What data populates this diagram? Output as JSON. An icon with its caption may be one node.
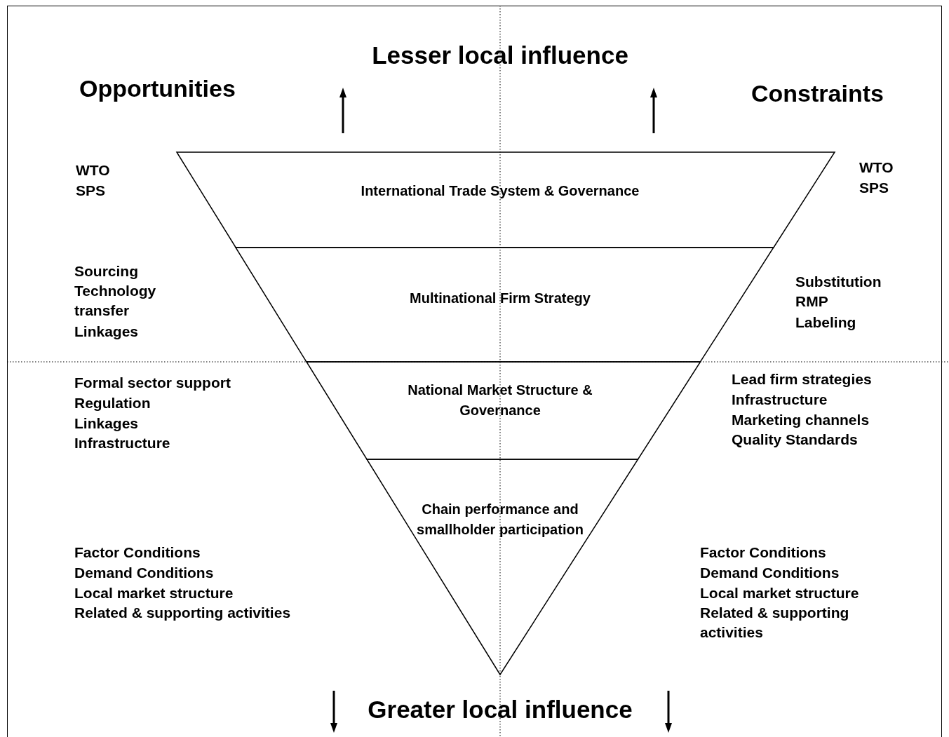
{
  "diagram": {
    "nodes": [
      {
        "text": [
          "International Trade System & Governance"
        ]
      },
      {
        "text": [
          "Multinational Firm Strategy"
        ]
      },
      {
        "text": [
          "National Market Structure & Governance"
        ]
      },
      {
        "text": [
          "Chain performance and smallholder participation"
        ]
      }
    ],
    "labels": [
      "Lesser local influence",
      "Opportunities",
      "Constraints",
      "WTO",
      "SPS",
      "WTO",
      "SPS",
      "Sourcing",
      "Technology transfer",
      "Linkages",
      "Substitution",
      "RMP",
      "Labeling",
      "Formal sector support",
      "Regulation",
      "Linkages",
      "Infrastructure",
      "Lead firm strategies",
      "Infrastructure",
      "Marketing channels",
      "Quality Standards",
      "Factor Conditions",
      "Demand Conditions",
      "Local market structure",
      "Related & supporting activities",
      "Factor Conditions",
      "Demand Conditions",
      "Local market structure",
      "Related & supporting activities",
      "Greater local influence"
    ]
  }
}
